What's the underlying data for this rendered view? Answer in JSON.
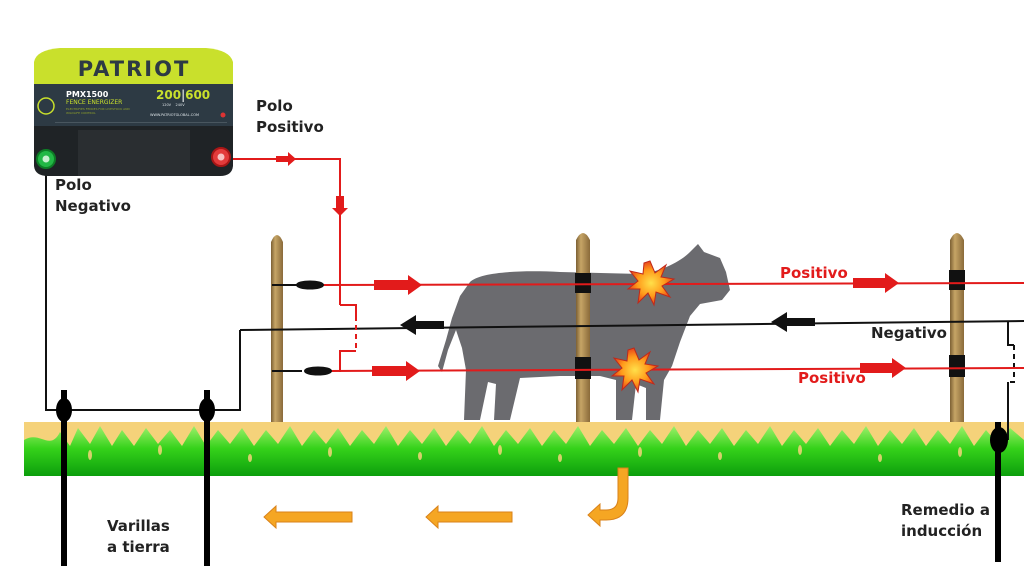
{
  "energizer": {
    "brand": "PATRIOT",
    "model": "PMX1500",
    "subtitle": "FENCE ENERGIZER",
    "fine_print": "ELECTRIFIES FENCES FOR LIVESTOCK AND WILDLIFE CONTROL",
    "rating_left": "200",
    "rating_right": "600",
    "rating_left_unit": "120V",
    "rating_right_unit": "240V",
    "website": "WWW.PATRIOTGLOBAL.COM"
  },
  "labels": {
    "positive_pole_line1": "Polo",
    "positive_pole_line2": "Positivo",
    "negative_pole_line1": "Polo",
    "negative_pole_line2": "Negativo",
    "wire_top": "Positivo",
    "wire_middle": "Negativo",
    "wire_bottom": "Positivo",
    "ground_rods_line1": "Varillas",
    "ground_rods_line2": "a tierra",
    "induction_line1": "Remedio a",
    "induction_line2": "inducción"
  },
  "colors": {
    "positive_wire": "#e21b1b",
    "negative_wire": "#111111",
    "ground_return_arrow": "#f5a623",
    "grass": "#2ecc1a",
    "soil": "#f5d27a",
    "post": "#a8844a",
    "cow": "#6b6b6f",
    "energizer_top": "#c9e02c",
    "energizer_panel": "#2d3a44"
  }
}
